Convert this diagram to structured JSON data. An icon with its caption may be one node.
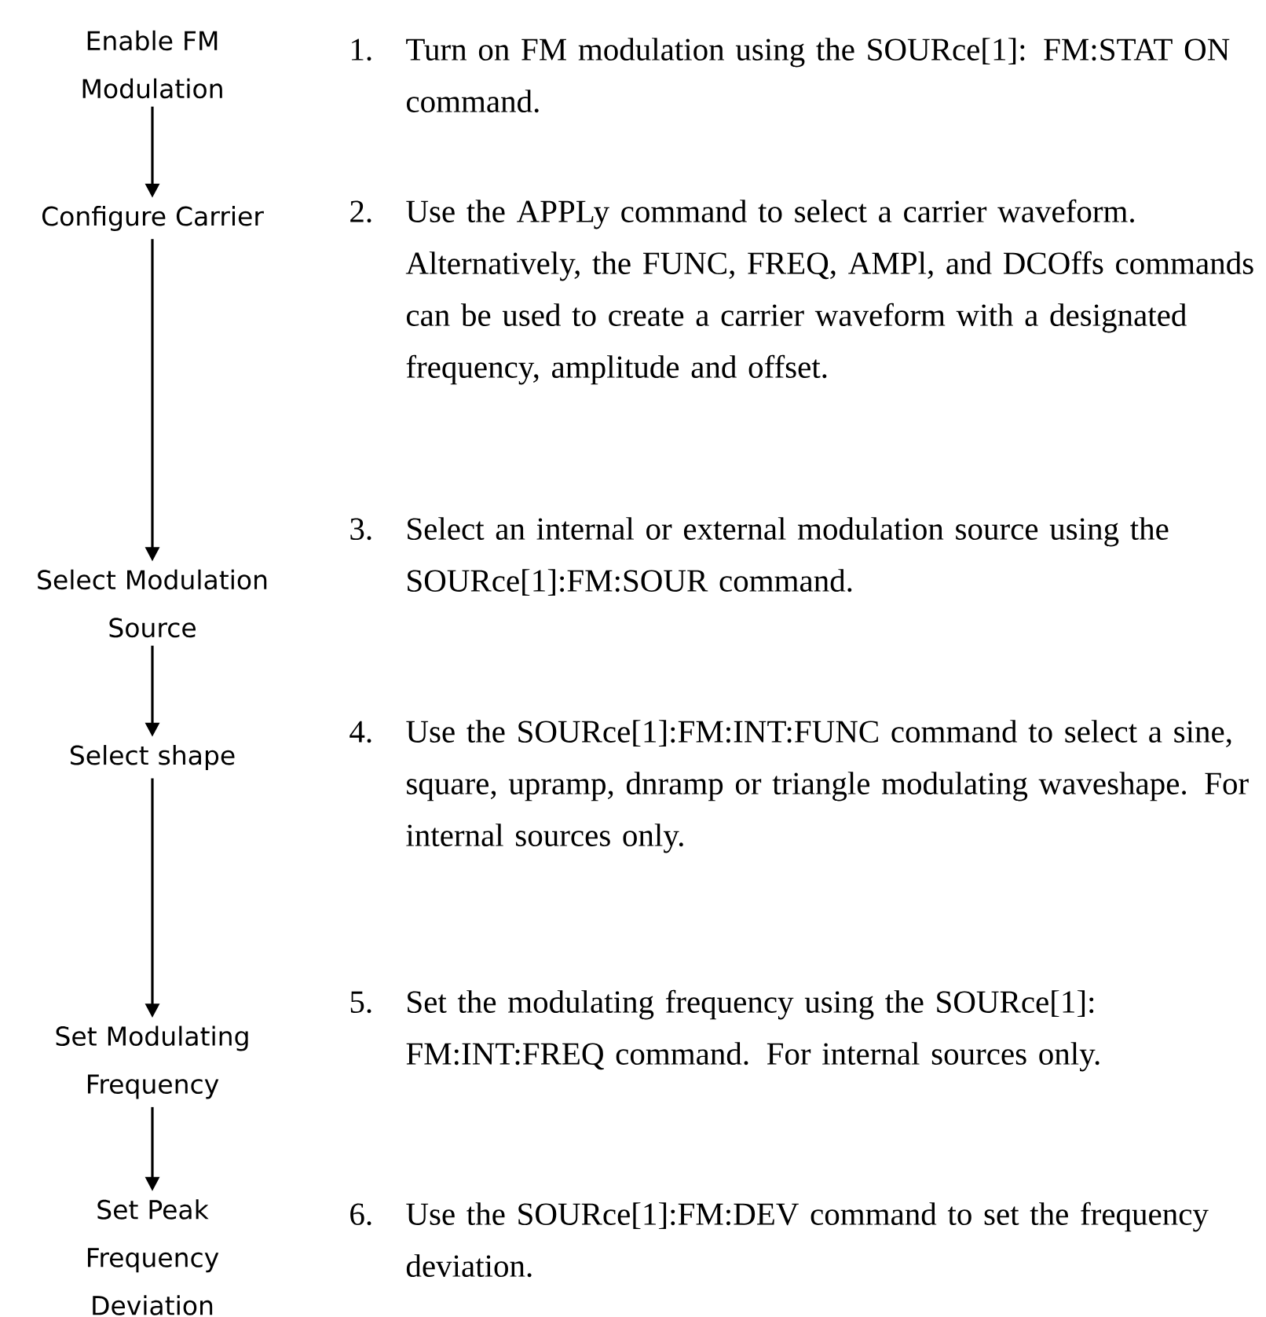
{
  "diagram": {
    "nodes": [
      {
        "text": [
          "Enable FM Modulation"
        ]
      },
      {
        "text": [
          "Configure Carrier"
        ]
      },
      {
        "text": [
          "Select Modulation Source"
        ]
      },
      {
        "text": [
          "Select shape"
        ]
      },
      {
        "text": [
          "Set Modulating Frequency"
        ]
      },
      {
        "text": [
          "Set Peak Frequency Deviation"
        ]
      }
    ],
    "edges": [
      {
        "from": 0,
        "to": 1,
        "arrow": "to"
      },
      {
        "from": 1,
        "to": 2,
        "arrow": "to"
      },
      {
        "from": 2,
        "to": 3,
        "arrow": "to"
      },
      {
        "from": 3,
        "to": 4,
        "arrow": "to"
      },
      {
        "from": 4,
        "to": 5,
        "arrow": "to"
      }
    ],
    "labels": [
      "1.",
      "Turn on FM modulation using the SOURce[1]: FM:STAT ON command.",
      "2.",
      "Use the APPLy command to select a carrier waveform. Alternatively, the FUNC, FREQ, AMPl, and DCOffs commands can be used to create a carrier waveform with a designated frequency, amplitude and offset.",
      "3.",
      "Select an internal or external modulation source using the SOURce[1]:FM:SOUR command.",
      "4.",
      "Use the SOURce[1]:FM:INT:FUNC command to select a sine, square, upramp, dnramp or triangle modulating waveshape. For internal sources only.",
      "5.",
      "Set the modulating frequency using the SOURce[1]: FM:INT:FREQ command. For internal sources only.",
      "6.",
      "Use the SOURce[1]:FM:DEV command to set the frequency deviation."
    ]
  }
}
